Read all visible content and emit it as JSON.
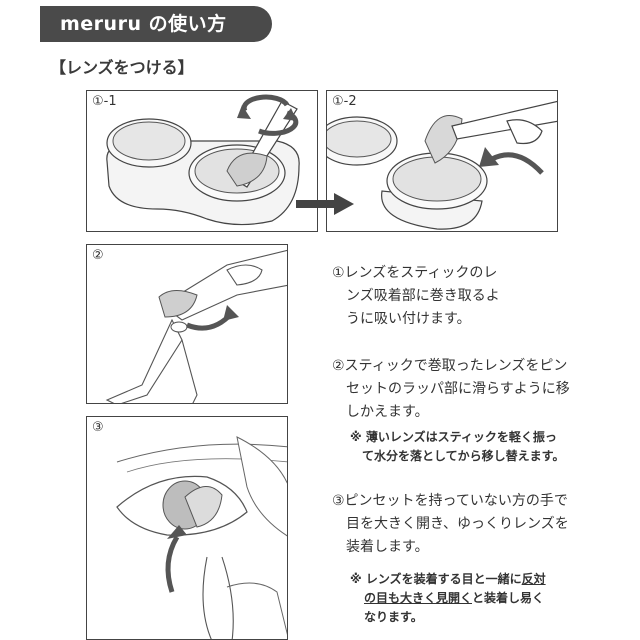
{
  "header": {
    "title": "meruru の使い方",
    "section": "【レンズをつける】"
  },
  "panels": [
    {
      "label": "①-1"
    },
    {
      "label": "①-2"
    },
    {
      "label": "②"
    },
    {
      "label": "③"
    }
  ],
  "steps": [
    {
      "text": "①レンズをスティックのレ\n　ンズ吸着部に巻き取るよ\n　うに吸い付けます。"
    },
    {
      "text": "②スティックで巻取ったレンズをピン\n　セットのラッパ部に滑らすように移\n　しかえます。"
    },
    {
      "text": "③ピンセットを持っていない方の手で\n　目を大きく開き、ゆっくりレンズを\n　装着します。"
    }
  ],
  "notes": {
    "note1": "※ 薄いレンズはスティックを軽く振っ\n　て水分を落としてから移し替えます。",
    "note2_prefix": "※ レンズを装着する目と一緒に",
    "note2_ul1": "反対",
    "note2_ul2": "の目も大きく見開く",
    "note2_mid": "と装着し易く",
    "note2_end": "なります。"
  }
}
